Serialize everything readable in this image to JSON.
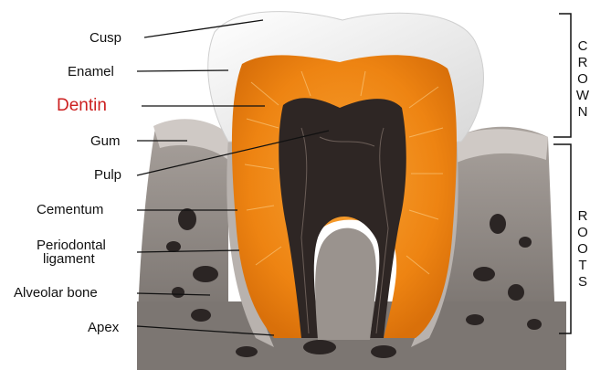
{
  "diagram": {
    "labels": {
      "cusp": "Cusp",
      "enamel": "Enamel",
      "dentin": "Dentin",
      "gum": "Gum",
      "pulp": "Pulp",
      "cementum": "Cementum",
      "periodontal_line1": "Periodontal",
      "periodontal_line2": "ligament",
      "alveolar_bone": "Alveolar bone",
      "apex": "Apex"
    },
    "sections": {
      "crown_letters": [
        "C",
        "R",
        "O",
        "W",
        "N"
      ],
      "root_letters": [
        "R",
        "O",
        "O",
        "T",
        "S"
      ]
    },
    "colors": {
      "dentin": "#f08a16",
      "dentin_highlight": "#cc1f1f",
      "enamel": "#f2f2f2",
      "pulp": "#2e2624",
      "bone": "#8c8480",
      "gum": "#c9c4c0",
      "cementum": "#b4aeaa"
    }
  }
}
